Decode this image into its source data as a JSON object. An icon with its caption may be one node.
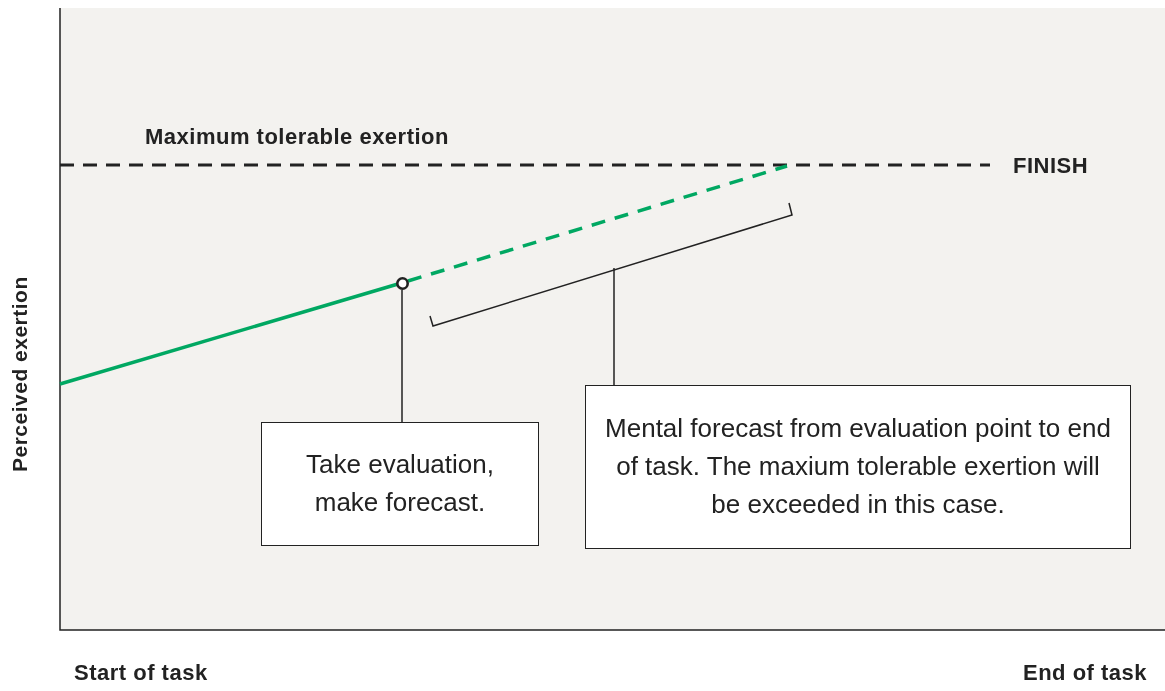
{
  "diagram": {
    "nodes": [
      {
        "text": [],
        "shape": "circle"
      },
      {
        "text": [
          "Take evaluation, make forecast."
        ]
      },
      {
        "text": [],
        "shape": "bracket"
      },
      {
        "text": [
          "Mental forecast from evaluation point to end of task. The maxium tolerable exertion will be exceeded in this case."
        ]
      }
    ],
    "edges": [
      {
        "from": 1,
        "to": 0,
        "arrow": "none"
      },
      {
        "from": 3,
        "to": 2,
        "arrow": "none"
      }
    ],
    "labels": [
      "Maximum tolerable exertion",
      "FINISH",
      "Perceived exertion",
      "Start of task",
      "End of task"
    ]
  }
}
